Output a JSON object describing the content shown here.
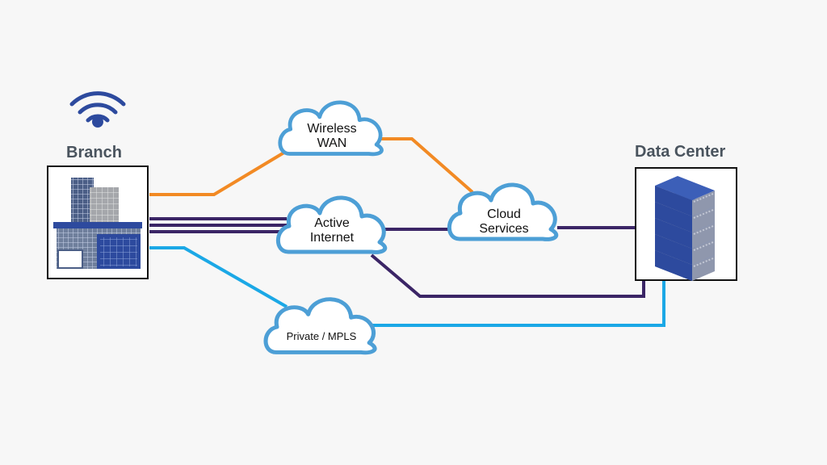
{
  "nodes": {
    "branch": {
      "label": "Branch"
    },
    "data_center": {
      "label": "Data Center"
    },
    "wireless_wan": {
      "line1": "Wireless",
      "line2": "WAN"
    },
    "active_internet": {
      "line1": "Active",
      "line2": "Internet"
    },
    "cloud_services": {
      "line1": "Cloud",
      "line2": "Services"
    },
    "private_mpls": {
      "label": "Private / MPLS"
    }
  },
  "icons": {
    "wifi": "wifi-icon",
    "building": "office-building-icon",
    "server": "server-rack-icon"
  },
  "colors": {
    "wireless": "#f28a24",
    "internet": "#3b2566",
    "mpls": "#1ba8e6",
    "cloud_stroke": "#4d9fd6",
    "title_text": "#4a545e",
    "icon_blue": "#2d4a9e"
  }
}
